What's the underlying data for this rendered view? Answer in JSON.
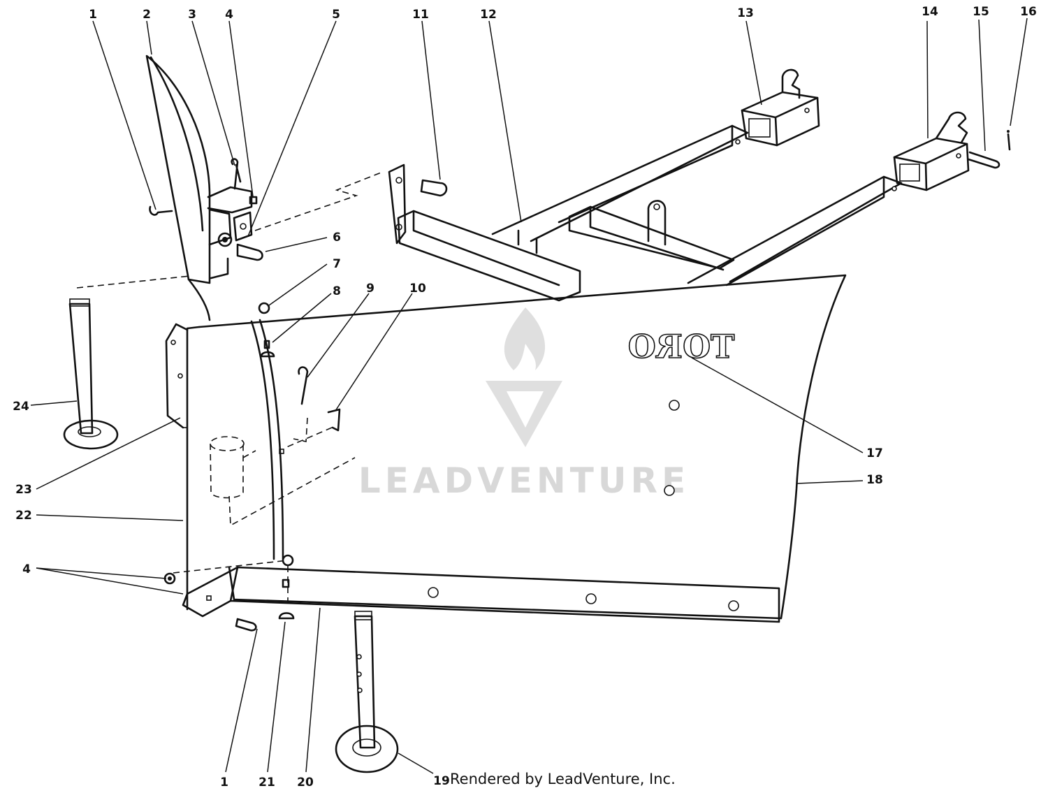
{
  "diagram": {
    "callouts": [
      {
        "id": "c1-top",
        "text": "1"
      },
      {
        "id": "c2",
        "text": "2"
      },
      {
        "id": "c3",
        "text": "3"
      },
      {
        "id": "c4-top",
        "text": "4"
      },
      {
        "id": "c5",
        "text": "5"
      },
      {
        "id": "c6",
        "text": "6"
      },
      {
        "id": "c7",
        "text": "7"
      },
      {
        "id": "c8",
        "text": "8"
      },
      {
        "id": "c9",
        "text": "9"
      },
      {
        "id": "c10",
        "text": "10"
      },
      {
        "id": "c11",
        "text": "11"
      },
      {
        "id": "c12",
        "text": "12"
      },
      {
        "id": "c13",
        "text": "13"
      },
      {
        "id": "c14",
        "text": "14"
      },
      {
        "id": "c15",
        "text": "15"
      },
      {
        "id": "c16",
        "text": "16"
      },
      {
        "id": "c17",
        "text": "17"
      },
      {
        "id": "c18",
        "text": "18"
      },
      {
        "id": "c19",
        "text": "19"
      },
      {
        "id": "c20",
        "text": "20"
      },
      {
        "id": "c21",
        "text": "21"
      },
      {
        "id": "c1-bottom",
        "text": "1"
      },
      {
        "id": "c4-left",
        "text": "4"
      },
      {
        "id": "c22",
        "text": "22"
      },
      {
        "id": "c23",
        "text": "23"
      },
      {
        "id": "c24",
        "text": "24"
      }
    ],
    "blade_brand": "TORO",
    "credit": "Rendered by LeadVenture, Inc.",
    "watermark": "LEADVENTURE",
    "colors": {
      "line": "#111111",
      "background": "#ffffff",
      "watermark": "#d4d4d4"
    }
  }
}
